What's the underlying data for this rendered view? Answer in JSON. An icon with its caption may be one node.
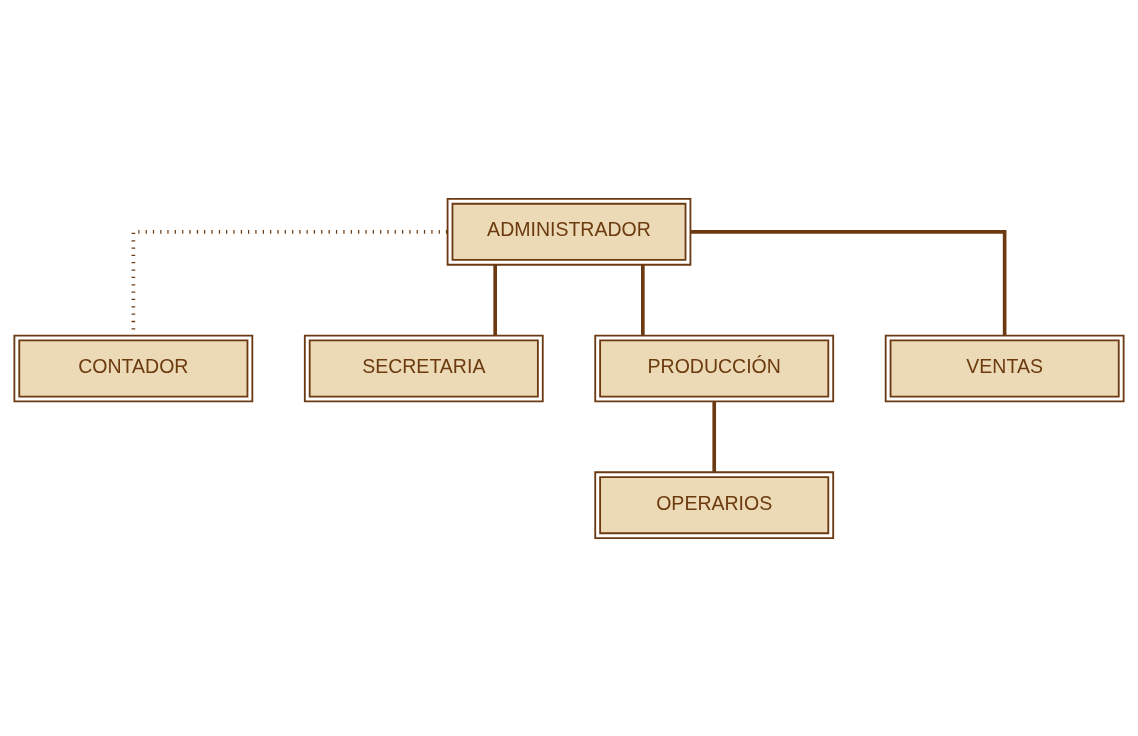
{
  "diagram": {
    "nodes": [
      {
        "text": [
          "ADMINISTRADOR"
        ]
      },
      {
        "text": [
          "CONTADOR"
        ]
      },
      {
        "text": [
          "SECRETARIA"
        ]
      },
      {
        "text": [
          "PRODUCCIÓN"
        ]
      },
      {
        "text": [
          "VENTAS"
        ]
      },
      {
        "text": [
          "OPERARIOS"
        ]
      }
    ],
    "edges": [
      {
        "from": 0,
        "to": 1,
        "arrow": "none",
        "style": "dashed"
      },
      {
        "from": 0,
        "to": 2,
        "arrow": "none"
      },
      {
        "from": 0,
        "to": 3,
        "arrow": "none"
      },
      {
        "from": 0,
        "to": 4,
        "arrow": "none"
      },
      {
        "from": 3,
        "to": 5,
        "arrow": "none"
      }
    ]
  }
}
